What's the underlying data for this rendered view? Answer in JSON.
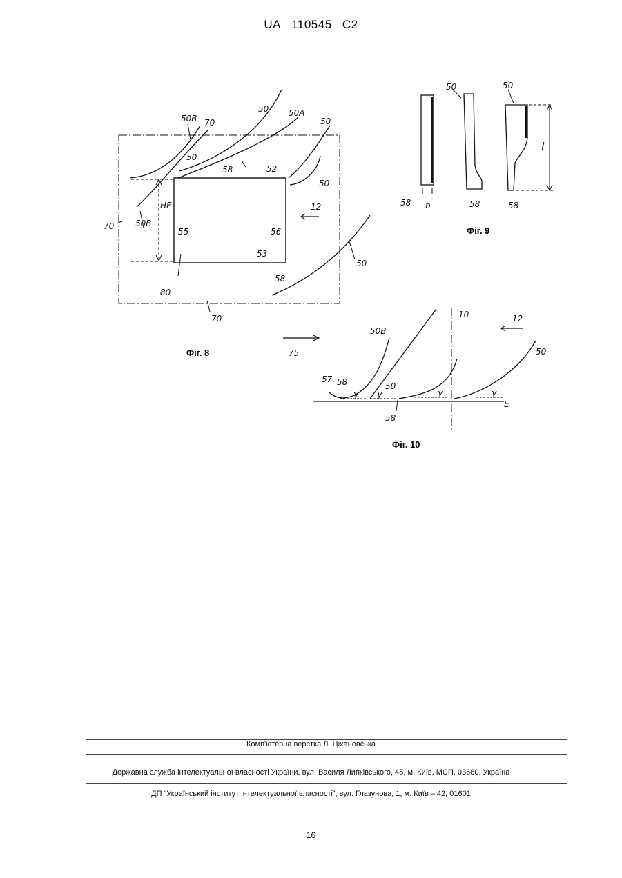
{
  "header": {
    "country": "UA",
    "number": "110545",
    "kind": "C2"
  },
  "figures": {
    "fig8": {
      "caption": "Фіг. 8",
      "labels": {
        "l50_top1": "50",
        "l50A": "50A",
        "l50_top2": "50",
        "l50B_top": "50B",
        "l70_top": "70",
        "l50_mid": "50",
        "l58_top": "58",
        "l52": "52",
        "l50_right": "50",
        "lHE": "HE",
        "l70_left": "70",
        "l50B_left": "50B",
        "l55": "55",
        "l56": "56",
        "l12": "12",
        "l53": "53",
        "l80": "80",
        "l58_bottom": "58",
        "l50_bottom": "50",
        "l70_bottom": "70"
      }
    },
    "fig9": {
      "caption": "Фіг. 9",
      "labels": {
        "l50_a": "50",
        "l50_b": "50",
        "l58_a": "58",
        "lb": "b",
        "l58_b": "58",
        "l58_c": "58",
        "ll": "l"
      }
    },
    "fig10": {
      "caption": "Фіг. 10",
      "labels": {
        "l75": "75",
        "l10": "10",
        "l12": "12",
        "l50B": "50B",
        "l50_right": "50",
        "l57": "57",
        "l58_a": "58",
        "l50_mid": "50",
        "lgamma1": "γ",
        "lgamma2": "γ",
        "lgamma3": "γ",
        "lgamma4": "γ",
        "lE": "E",
        "l58_b": "58"
      }
    }
  },
  "footer": {
    "layout": "Комп'ютерна верстка Л. Ціхановська",
    "agency": "Державна служба інтелектуальної власності України, вул. Василя Липківського, 45, м. Київ, МСП, 03680, Україна",
    "institute": "ДП “Український інститут інтелектуальної власності”, вул. Глазунова, 1, м. Київ – 42, 01601"
  },
  "page_number": "16"
}
